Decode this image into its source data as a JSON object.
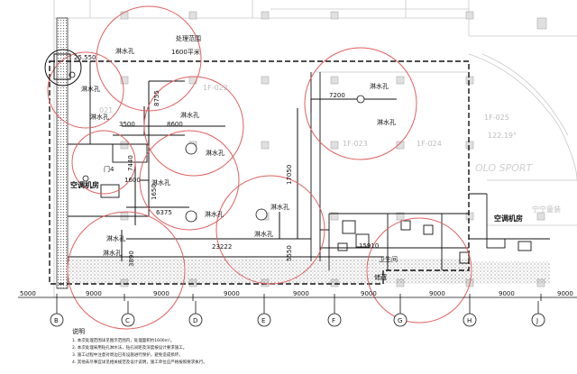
{
  "drawing": {
    "labels_water": [
      "淋水孔",
      "淋水孔",
      "淋水孔",
      "淋水孔",
      "淋水孔",
      "淋水孔",
      "淋水孔",
      "淋水孔",
      "淋水孔",
      "淋水孔",
      "淋水孔",
      "淋水孔",
      "淋水孔"
    ],
    "label_range": "处理范围",
    "label_area": "1600平米",
    "rooms": {
      "ac_room_left": "空调机房",
      "ac_room_right": "空调机房",
      "door4": "门4",
      "toilet": "卫生间",
      "storage": "储藏",
      "room_1f022": "1F-022",
      "room_1f023": "1F-023",
      "room_1f024": "1F-024",
      "room_1f025": "1F-025",
      "room_021": "021",
      "sport": "OLO SPORT",
      "level": "122.19°",
      "right_text": "宁宁童装"
    },
    "dimensions": {
      "d7200": "7200",
      "d3500": "3500",
      "d8600": "8600",
      "d8755": "8755",
      "d1600": "1600",
      "d7440": "7440",
      "d1650": "1650",
      "d6375": "6375",
      "d23222": "23222",
      "d17050": "17050",
      "d15910": "15910",
      "d3890": "3890",
      "d5550": "5550",
      "d25550": "25.550"
    },
    "axis_dims": [
      "5000",
      "9000",
      "9000",
      "9000",
      "9000",
      "9000",
      "9000",
      "9000",
      "9000"
    ],
    "axis_letters": [
      "B",
      "C",
      "D",
      "E",
      "F",
      "G",
      "H",
      "J"
    ],
    "notes_title": "说明",
    "notes": [
      "1. 本次处理范围详见图示范围内，处理面积约1600m²。",
      "2. 本次处理采用钻孔淋水法，钻孔间距及深度按设计要求施工。",
      "3. 施工过程中注意对周边已有设施进行保护，避免造成损坏。",
      "4. 其他未尽事宜详见相关规范及设计说明，施工单位应严格按照要求执行。"
    ]
  }
}
